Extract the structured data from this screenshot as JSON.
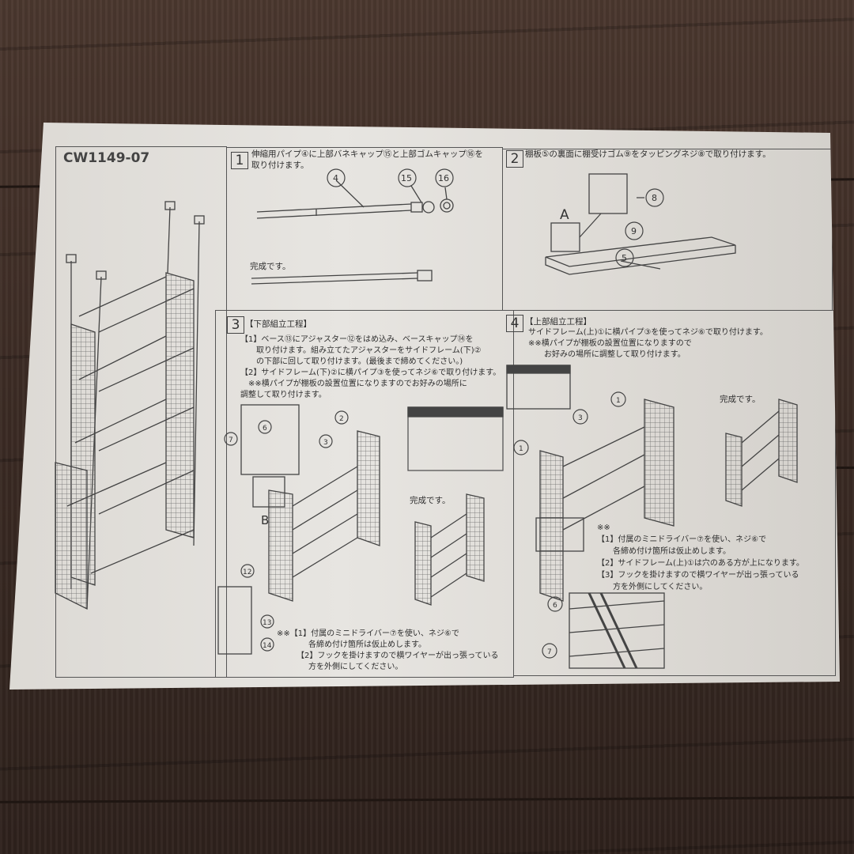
{
  "document": {
    "model": "CW1149-07",
    "step1": {
      "number": "1",
      "text": "伸縮用パイプ④に上部バネキャップ⑮と上部ゴムキャップ⑯を\n取り付けます。",
      "done": "完成です。",
      "callouts": [
        "4",
        "15",
        "16"
      ]
    },
    "step2": {
      "number": "2",
      "text": "棚板⑤の裏面に棚受けゴム⑨をタッピングネジ⑧で取り付けます。",
      "callouts": [
        "8",
        "9",
        "5"
      ],
      "detail_label": "A"
    },
    "step3": {
      "number": "3",
      "heading": "【下部組立工程】",
      "text": "【1】ベース⑬にアジャスター⑫をはめ込み、ベースキャップ⑭を\n　　取り付けます。組み立てたアジャスターをサイドフレーム(下)②\n　　の下部に回して取り付けます。(最後まで締めてください。)\n【2】サイドフレーム(下)②に横パイプ③を使ってネジ⑥で取り付けます。\n　※※横パイプが棚板の設置位置になりますのでお好みの場所に\n調整して取り付けます。",
      "done": "完成です。",
      "detail_label": "B",
      "callouts": [
        "6",
        "7",
        "2",
        "3",
        "12",
        "13",
        "14"
      ],
      "note": "※※【1】付属のミニドライバー⑦を使い、ネジ⑥で\n　　　　各締め付け箇所は仮止めします。\n　　　【2】フックを掛けますので横ワイヤーが出っ張っている\n　　　　方を外側にしてください。"
    },
    "step4": {
      "number": "4",
      "heading": "【上部組立工程】",
      "text": "サイドフレーム(上)①に横パイプ③を使ってネジ⑥で取り付けます。\n※※横パイプが棚板の設置位置になりますので\n　　お好みの場所に調整して取り付けます。",
      "done": "完成です。",
      "callouts": [
        "1",
        "3",
        "1",
        "6",
        "7"
      ],
      "note": "※※\n【1】付属のミニドライバー⑦を使い、ネジ⑥で\n　　各締め付け箇所は仮止めします。\n【2】サイドフレーム(上)①は穴のある方が上になります。\n【3】フックを掛けますので横ワイヤーが出っ張っている\n　　方を外側にしてください。"
    }
  },
  "colors": {
    "paper": "#e3e1dd",
    "ink": "#333333",
    "wood": "#3d2c25"
  }
}
